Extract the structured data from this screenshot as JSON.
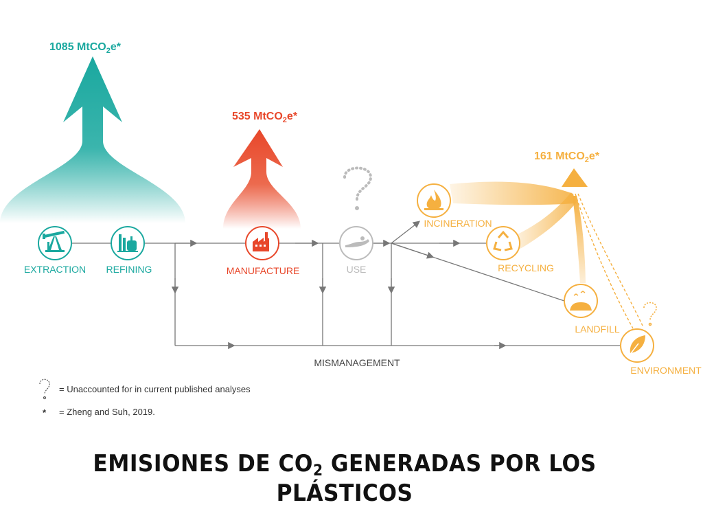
{
  "emissions": {
    "extraction_refining": {
      "value": "1085 MtCO",
      "sub": "2",
      "suffix": "e*"
    },
    "manufacture": {
      "value": "535 MtCO",
      "sub": "2",
      "suffix": "e*"
    },
    "end_of_life": {
      "value": "161 MtCO",
      "sub": "2",
      "suffix": "e*"
    }
  },
  "stages": {
    "extraction": "EXTRACTION",
    "refining": "REFINING",
    "manufacture": "MANUFACTURE",
    "use": "USE",
    "incineration": "INCINERATION",
    "recycling": "RECYCLING",
    "landfill": "LANDFILL",
    "environment": "ENVIRONMENT"
  },
  "mismanagement": "MISMANAGEMENT",
  "legend": {
    "question": "= Unaccounted for in current published analyses",
    "asterisk_symbol": "*",
    "asterisk": "= Zheng and Suh, 2019."
  },
  "title": {
    "before": "EMISIONES DE CO",
    "sub": "2",
    "after": " GENERADAS POR LOS PLÁSTICOS"
  },
  "colors": {
    "teal": "#1aa89f",
    "red": "#e8472a",
    "orange": "#f5b040",
    "gray_line": "#777777",
    "use_gray": "#bbbbbb"
  },
  "icons": {
    "extraction": "oil-pump-icon",
    "refining": "refinery-icon",
    "manufacture": "factory-icon",
    "use": "hand-icon",
    "incineration": "fire-icon",
    "recycling": "recycle-icon",
    "landfill": "landfill-icon",
    "environment": "leaf-icon",
    "unaccounted": "question-mark-icon"
  }
}
